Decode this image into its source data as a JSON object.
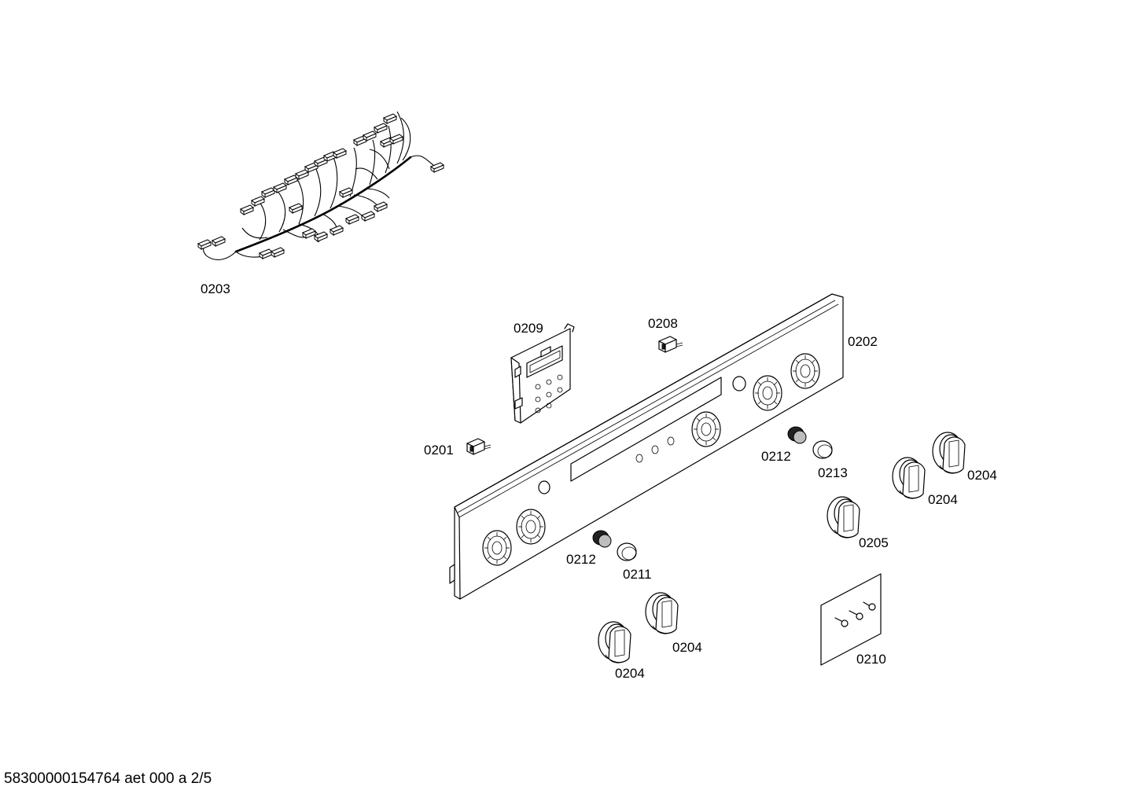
{
  "callouts": {
    "c0203": "0203",
    "c0209": "0209",
    "c0208": "0208",
    "c0202": "0202",
    "c0201": "0201",
    "c0212a": "0212",
    "c0213": "0213",
    "c0204a": "0204",
    "c0204b": "0204",
    "c0205": "0205",
    "c0212b": "0212",
    "c0211": "0211",
    "c0204c": "0204",
    "c0204d": "0204",
    "c0210": "0210"
  },
  "footer": {
    "document_code": "58300000154764 aet 000 a 2/5"
  },
  "icons": {
    "wiring_harness": "wiring-harness-icon",
    "control_panel": "control-panel-icon",
    "timer_module": "timer-module-icon",
    "switch": "switch-icon",
    "knob": "knob-icon",
    "screw_set": "screw-set-icon"
  }
}
